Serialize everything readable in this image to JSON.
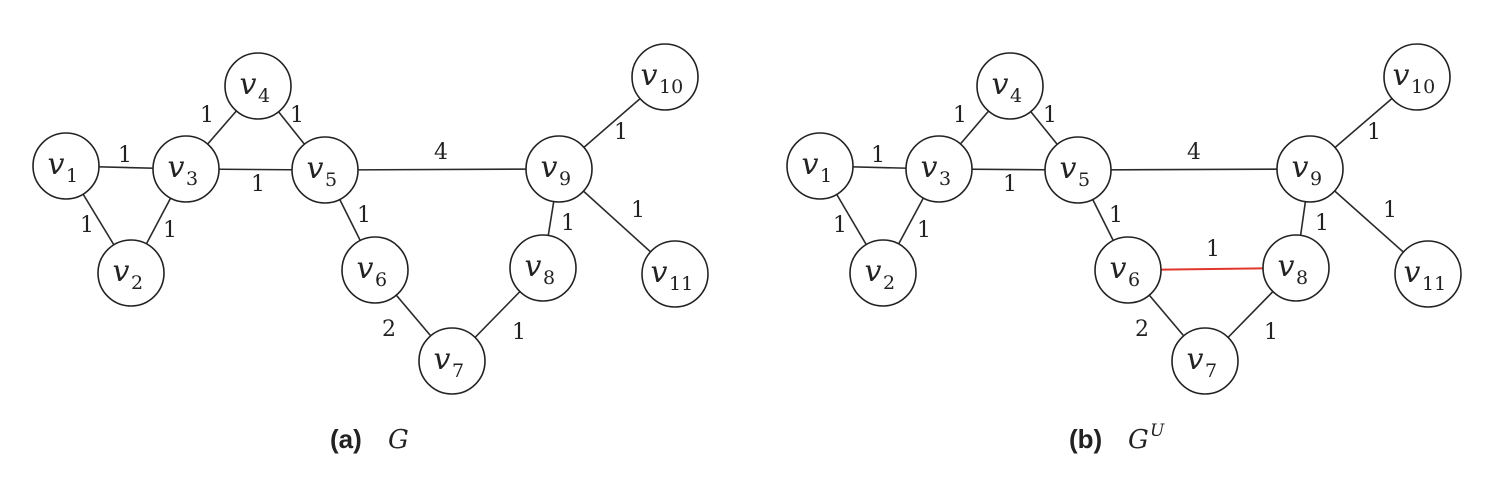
{
  "panels": [
    {
      "id": "a",
      "caption_tag": "(a)",
      "caption_name": "G",
      "caption_sup": "",
      "nodes": [
        {
          "id": "v1",
          "base": "v",
          "sub": "1"
        },
        {
          "id": "v2",
          "base": "v",
          "sub": "2"
        },
        {
          "id": "v3",
          "base": "v",
          "sub": "3"
        },
        {
          "id": "v4",
          "base": "v",
          "sub": "4"
        },
        {
          "id": "v5",
          "base": "v",
          "sub": "5"
        },
        {
          "id": "v6",
          "base": "v",
          "sub": "6"
        },
        {
          "id": "v7",
          "base": "v",
          "sub": "7"
        },
        {
          "id": "v8",
          "base": "v",
          "sub": "8"
        },
        {
          "id": "v9",
          "base": "v",
          "sub": "9"
        },
        {
          "id": "v10",
          "base": "v",
          "sub": "10"
        },
        {
          "id": "v11",
          "base": "v",
          "sub": "11"
        }
      ],
      "edges": [
        {
          "from": "v1",
          "to": "v3",
          "weight": "1"
        },
        {
          "from": "v1",
          "to": "v2",
          "weight": "1"
        },
        {
          "from": "v2",
          "to": "v3",
          "weight": "1"
        },
        {
          "from": "v3",
          "to": "v4",
          "weight": "1"
        },
        {
          "from": "v4",
          "to": "v5",
          "weight": "1"
        },
        {
          "from": "v3",
          "to": "v5",
          "weight": "1"
        },
        {
          "from": "v5",
          "to": "v9",
          "weight": "4"
        },
        {
          "from": "v5",
          "to": "v6",
          "weight": "1"
        },
        {
          "from": "v6",
          "to": "v7",
          "weight": "2"
        },
        {
          "from": "v7",
          "to": "v8",
          "weight": "1"
        },
        {
          "from": "v8",
          "to": "v9",
          "weight": "1"
        },
        {
          "from": "v9",
          "to": "v10",
          "weight": "1"
        },
        {
          "from": "v9",
          "to": "v11",
          "weight": "1"
        }
      ]
    },
    {
      "id": "b",
      "caption_tag": "(b)",
      "caption_name": "G",
      "caption_sup": "U",
      "nodes": [
        {
          "id": "v1",
          "base": "v",
          "sub": "1"
        },
        {
          "id": "v2",
          "base": "v",
          "sub": "2"
        },
        {
          "id": "v3",
          "base": "v",
          "sub": "3"
        },
        {
          "id": "v4",
          "base": "v",
          "sub": "4"
        },
        {
          "id": "v5",
          "base": "v",
          "sub": "5"
        },
        {
          "id": "v6",
          "base": "v",
          "sub": "6"
        },
        {
          "id": "v7",
          "base": "v",
          "sub": "7"
        },
        {
          "id": "v8",
          "base": "v",
          "sub": "8"
        },
        {
          "id": "v9",
          "base": "v",
          "sub": "9"
        },
        {
          "id": "v10",
          "base": "v",
          "sub": "10"
        },
        {
          "id": "v11",
          "base": "v",
          "sub": "11"
        }
      ],
      "edges": [
        {
          "from": "v1",
          "to": "v3",
          "weight": "1"
        },
        {
          "from": "v1",
          "to": "v2",
          "weight": "1"
        },
        {
          "from": "v2",
          "to": "v3",
          "weight": "1"
        },
        {
          "from": "v3",
          "to": "v4",
          "weight": "1"
        },
        {
          "from": "v4",
          "to": "v5",
          "weight": "1"
        },
        {
          "from": "v3",
          "to": "v5",
          "weight": "1"
        },
        {
          "from": "v5",
          "to": "v9",
          "weight": "4"
        },
        {
          "from": "v5",
          "to": "v6",
          "weight": "1"
        },
        {
          "from": "v6",
          "to": "v7",
          "weight": "2"
        },
        {
          "from": "v7",
          "to": "v8",
          "weight": "1"
        },
        {
          "from": "v8",
          "to": "v9",
          "weight": "1"
        },
        {
          "from": "v9",
          "to": "v10",
          "weight": "1"
        },
        {
          "from": "v9",
          "to": "v11",
          "weight": "1"
        },
        {
          "from": "v6",
          "to": "v8",
          "weight": "1",
          "highlight": true
        }
      ],
      "highlight_color": "#e0362c"
    }
  ]
}
